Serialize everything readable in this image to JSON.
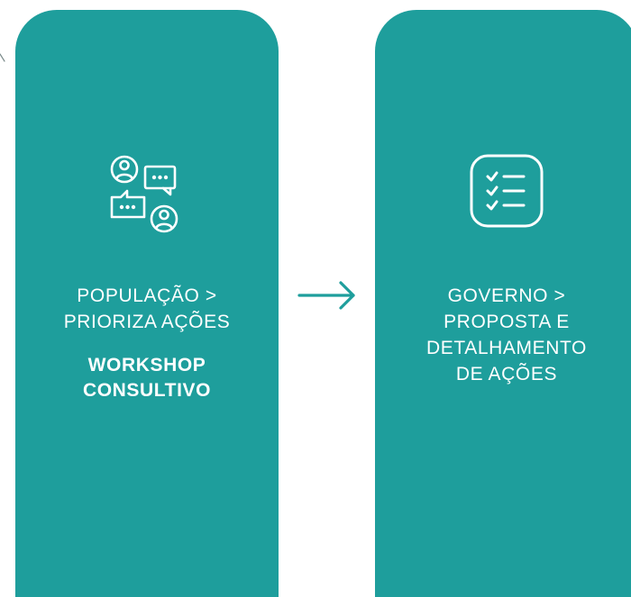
{
  "colors": {
    "card_fill": "#1e9e9c",
    "text": "#ffffff",
    "arrow": "#1e9e9c"
  },
  "cards": [
    {
      "icon": "people-chat-icon",
      "lines": [
        "POPULAÇÃO >",
        "PRIORIZA AÇÕES"
      ],
      "sub_lines": [
        "WORKSHOP",
        "CONSULTIVO"
      ]
    },
    {
      "icon": "checklist-icon",
      "lines": [
        "GOVERNO >",
        "PROPOSTA E",
        "DETALHAMENTO",
        "DE AÇÕES"
      ]
    }
  ],
  "connector": {
    "icon": "arrow-right-icon"
  }
}
